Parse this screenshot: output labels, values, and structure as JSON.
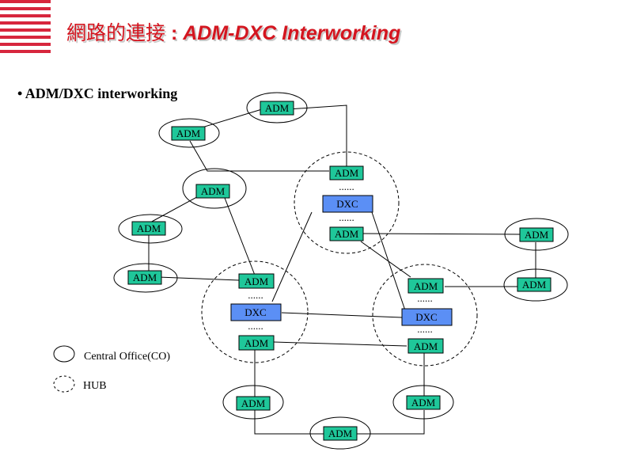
{
  "title": {
    "zh": "網路的連接",
    "separator": " : ",
    "en": "ADM-DXC Interworking"
  },
  "bullet": "• ADM/DXC interworking",
  "node_labels": {
    "adm": "ADM",
    "dxc": "DXC",
    "dots": "......"
  },
  "legend": {
    "co": "Central Office(CO)",
    "hub": "HUB"
  },
  "colors": {
    "adm_fill": "#1fc79a",
    "dxc_fill": "#5b8ff5",
    "title": "#d4151f",
    "stripes": "#d7263d"
  }
}
